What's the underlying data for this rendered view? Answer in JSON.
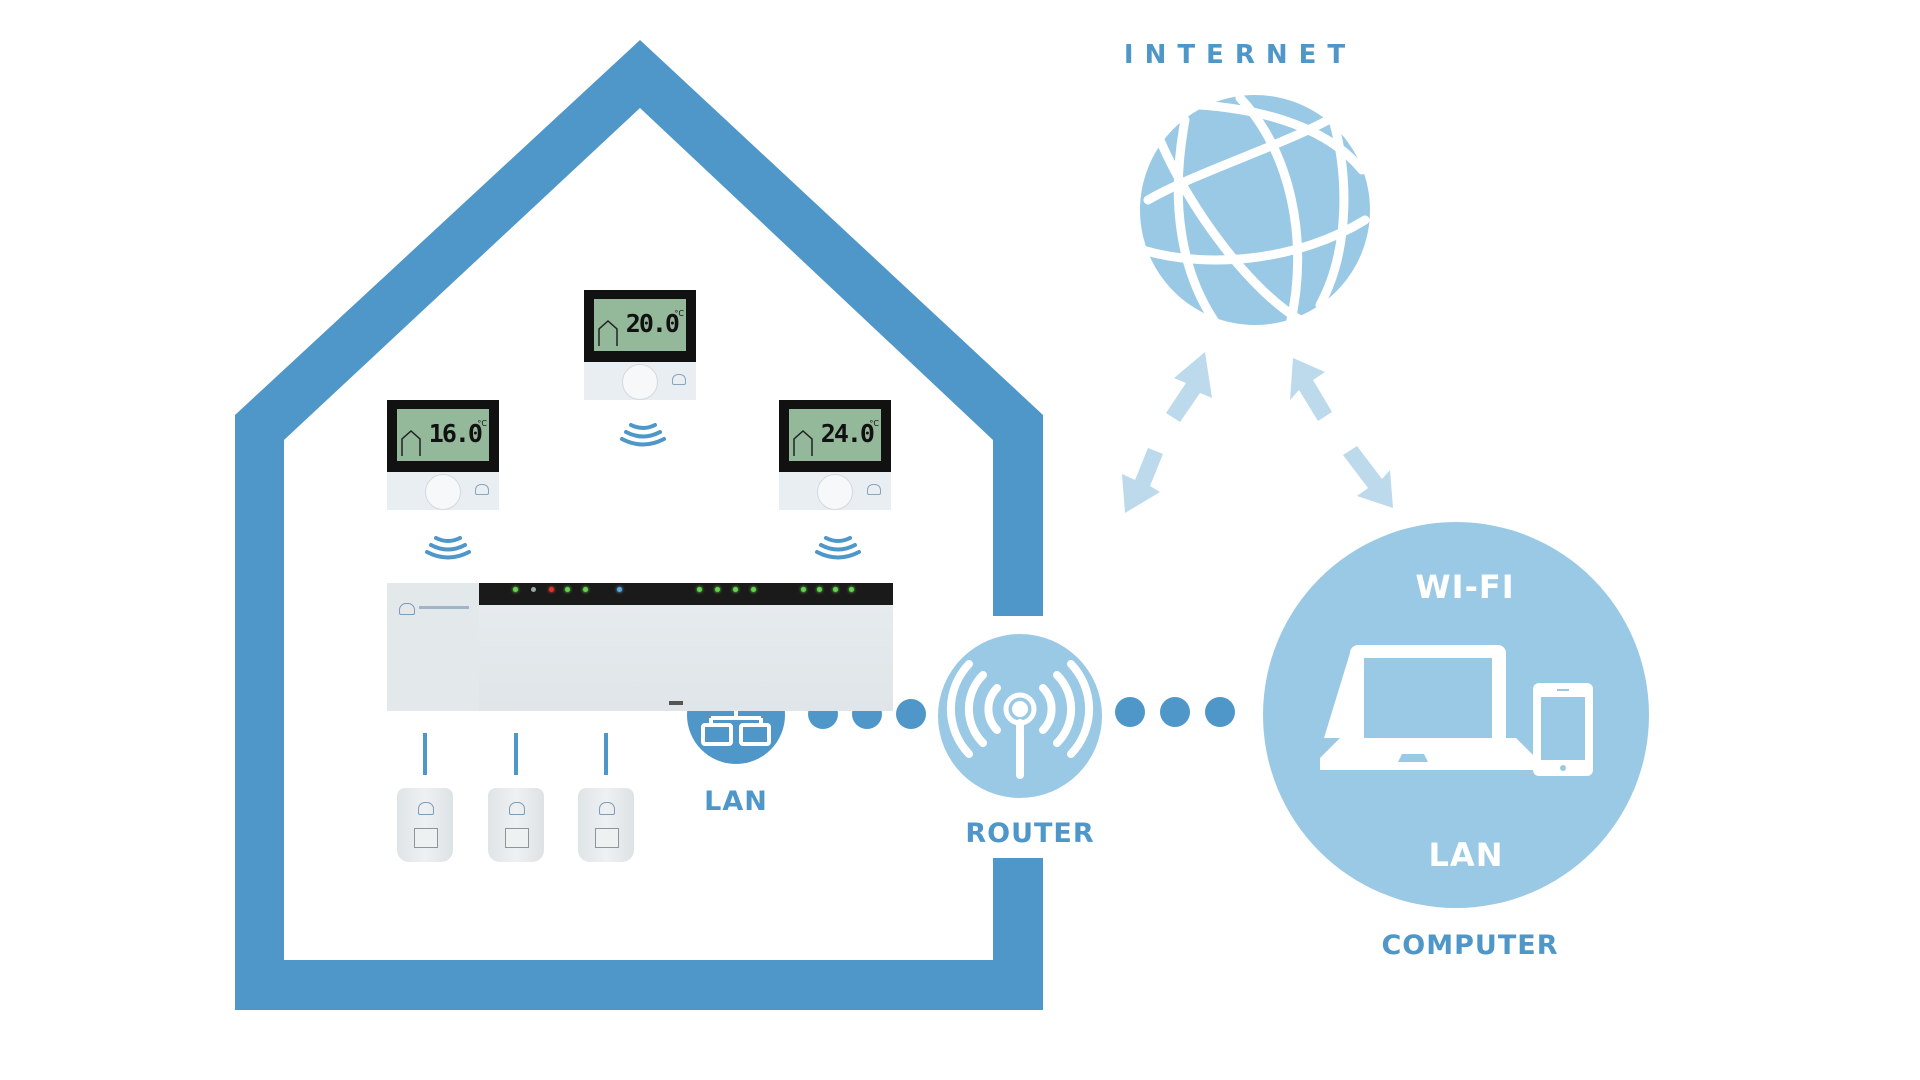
{
  "colors": {
    "house": "#4e97c8",
    "accent_dark": "#4e97c8",
    "accent_light": "#9ac9e5",
    "arrow": "#bcdaec",
    "white": "#ffffff"
  },
  "internet": {
    "label": "INTERNET",
    "icon": "globe-icon"
  },
  "thermostats": [
    {
      "temperature": "16.0",
      "unit": "°C"
    },
    {
      "temperature": "20.0",
      "unit": "°C"
    },
    {
      "temperature": "24.0",
      "unit": "°C"
    }
  ],
  "controller": {
    "icon": "heating-controller-icon"
  },
  "actuators": [
    {
      "icon": "actuator-icon"
    },
    {
      "icon": "actuator-icon"
    },
    {
      "icon": "actuator-icon"
    }
  ],
  "lan_node": {
    "label": "LAN",
    "icon": "network-icon"
  },
  "router_node": {
    "label": "ROUTER",
    "icon": "antenna-icon"
  },
  "computer_node": {
    "label": "COMPUTER",
    "top_text": "WI-FI",
    "bottom_text": "LAN",
    "icons": [
      "laptop-icon",
      "smartphone-icon"
    ]
  }
}
